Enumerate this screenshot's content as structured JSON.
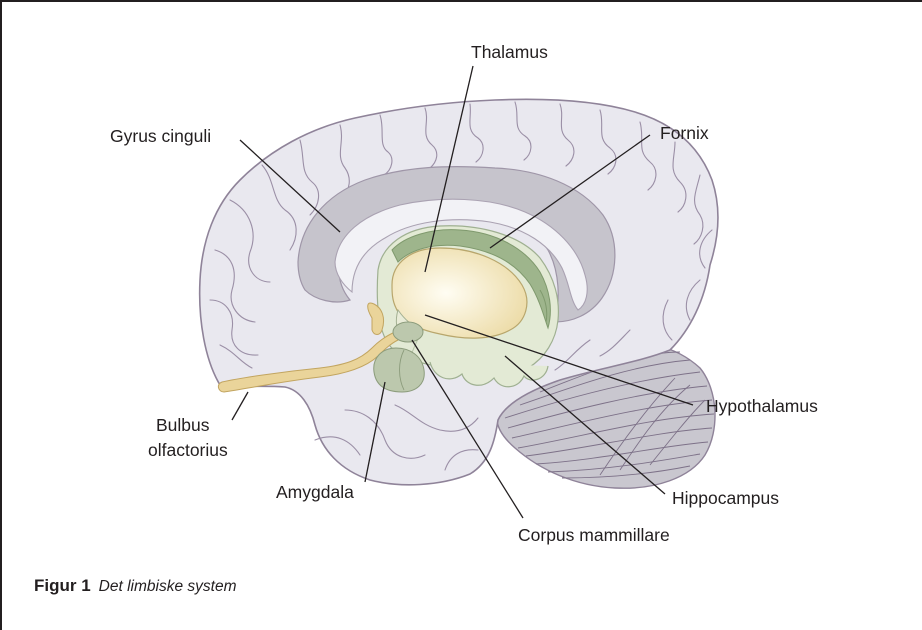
{
  "labels": {
    "thalamus": "Thalamus",
    "gyrus_cinguli": "Gyrus cinguli",
    "fornix": "Fornix",
    "bulbus_line1": "Bulbus",
    "bulbus_line2": "olfactorius",
    "hypothalamus": "Hypothalamus",
    "amygdala": "Amygdala",
    "hippocampus": "Hippocampus",
    "corpus_mammillare": "Corpus mammillare"
  },
  "caption": {
    "number": "Figur 1",
    "text": "Det limbiske system"
  },
  "colors": {
    "cortex": "#e9e8ef",
    "cortex_outline": "#8f8399",
    "cingulate": "#c6c4cc",
    "corpus_callosum": "#f1f1f5",
    "limbic_pale": "#e3ead5",
    "fornix_green": "#9eb58c",
    "thalamus": "#efe3b6",
    "olfactory": "#ead49a",
    "amygdala": "#bcc8ad",
    "cerebellum": "#c9c7cf"
  }
}
